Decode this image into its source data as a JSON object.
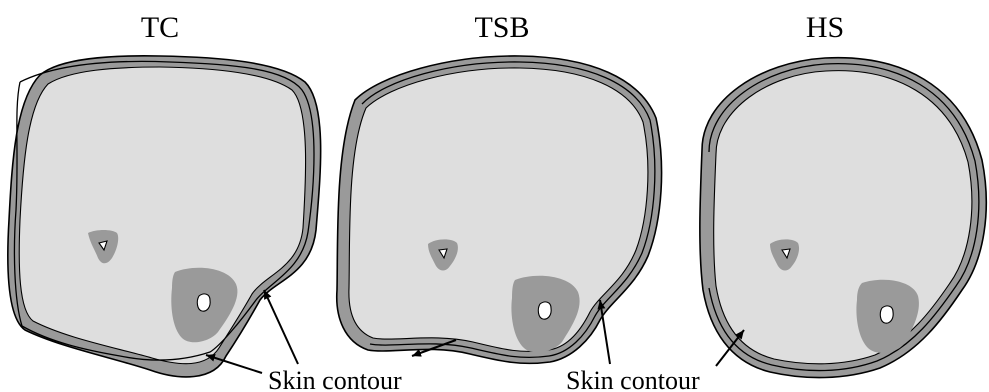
{
  "panels": [
    {
      "id": "tc",
      "title": "TC"
    },
    {
      "id": "tsb",
      "title": "TSB"
    },
    {
      "id": "hs",
      "title": "HS"
    }
  ],
  "annotations": [
    {
      "text": "Skin contour"
    },
    {
      "text": "Skin contour"
    }
  ],
  "colors": {
    "liner_shell": "#9a9a9a",
    "limb_tissue": "#dedede",
    "bone_region": "#9a9a9a",
    "outline": "#000000",
    "background": "#ffffff"
  }
}
